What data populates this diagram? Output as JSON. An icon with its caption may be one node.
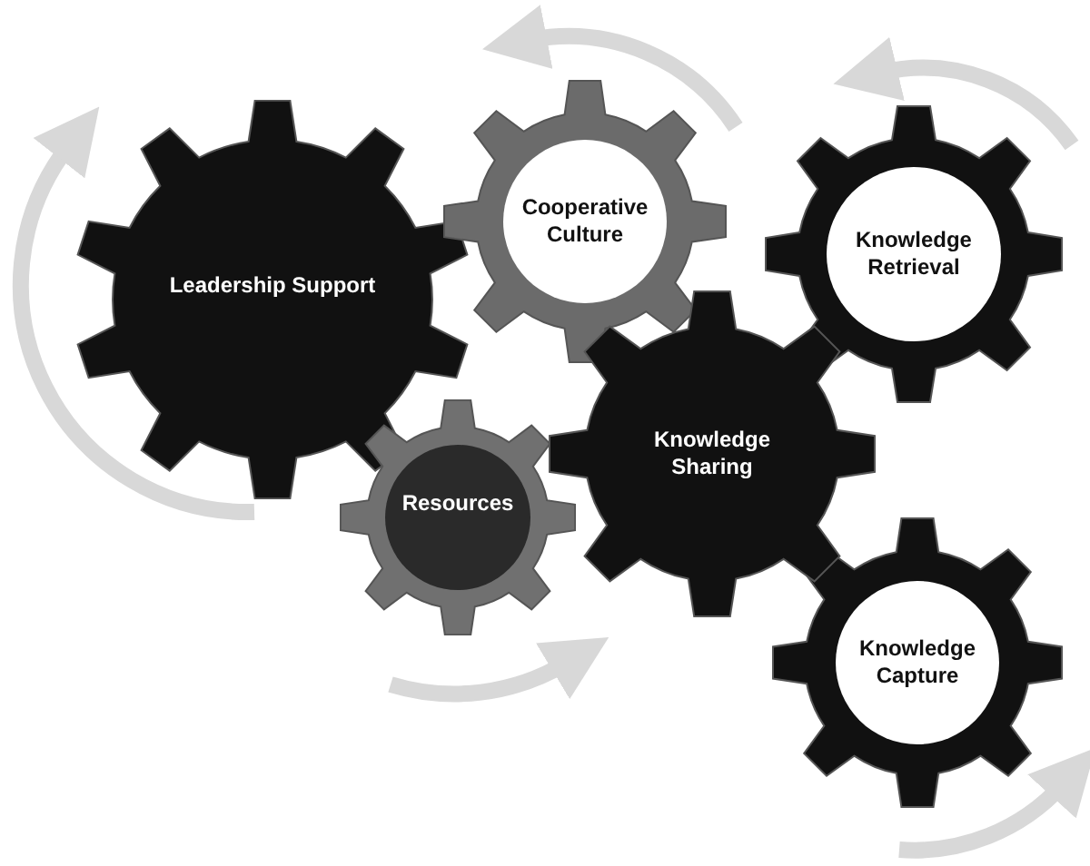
{
  "diagram": {
    "nodes": [
      {
        "text": [
          "Leadership Support"
        ]
      },
      {
        "text": [
          "Cooperative Culture"
        ]
      },
      {
        "text": [
          "Knowledge Retrieval"
        ]
      },
      {
        "text": [
          "Knowledge Sharing"
        ]
      },
      {
        "text": [
          "Resources"
        ]
      },
      {
        "text": [
          "Knowledge Capture"
        ]
      }
    ]
  }
}
